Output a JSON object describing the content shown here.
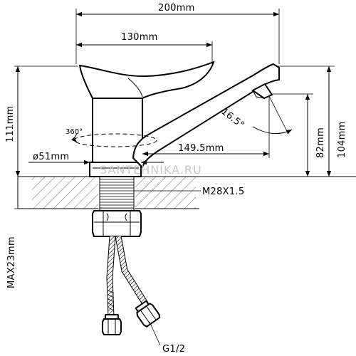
{
  "drawing": {
    "watermark": "SANTEHNIKA.RU",
    "dimensions": {
      "overall_length": "200mm",
      "handle_length": "130mm",
      "spout_reach": "149.5mm",
      "body_diameter": "ø51mm",
      "total_height": "111mm",
      "spout_height": "104mm",
      "outlet_height": "82mm",
      "thread": "M28X1.5",
      "max_thickness": "MAX23mm",
      "hose_connector": "G1/2",
      "rotation": "360°",
      "outlet_angle": "16.5°"
    }
  }
}
